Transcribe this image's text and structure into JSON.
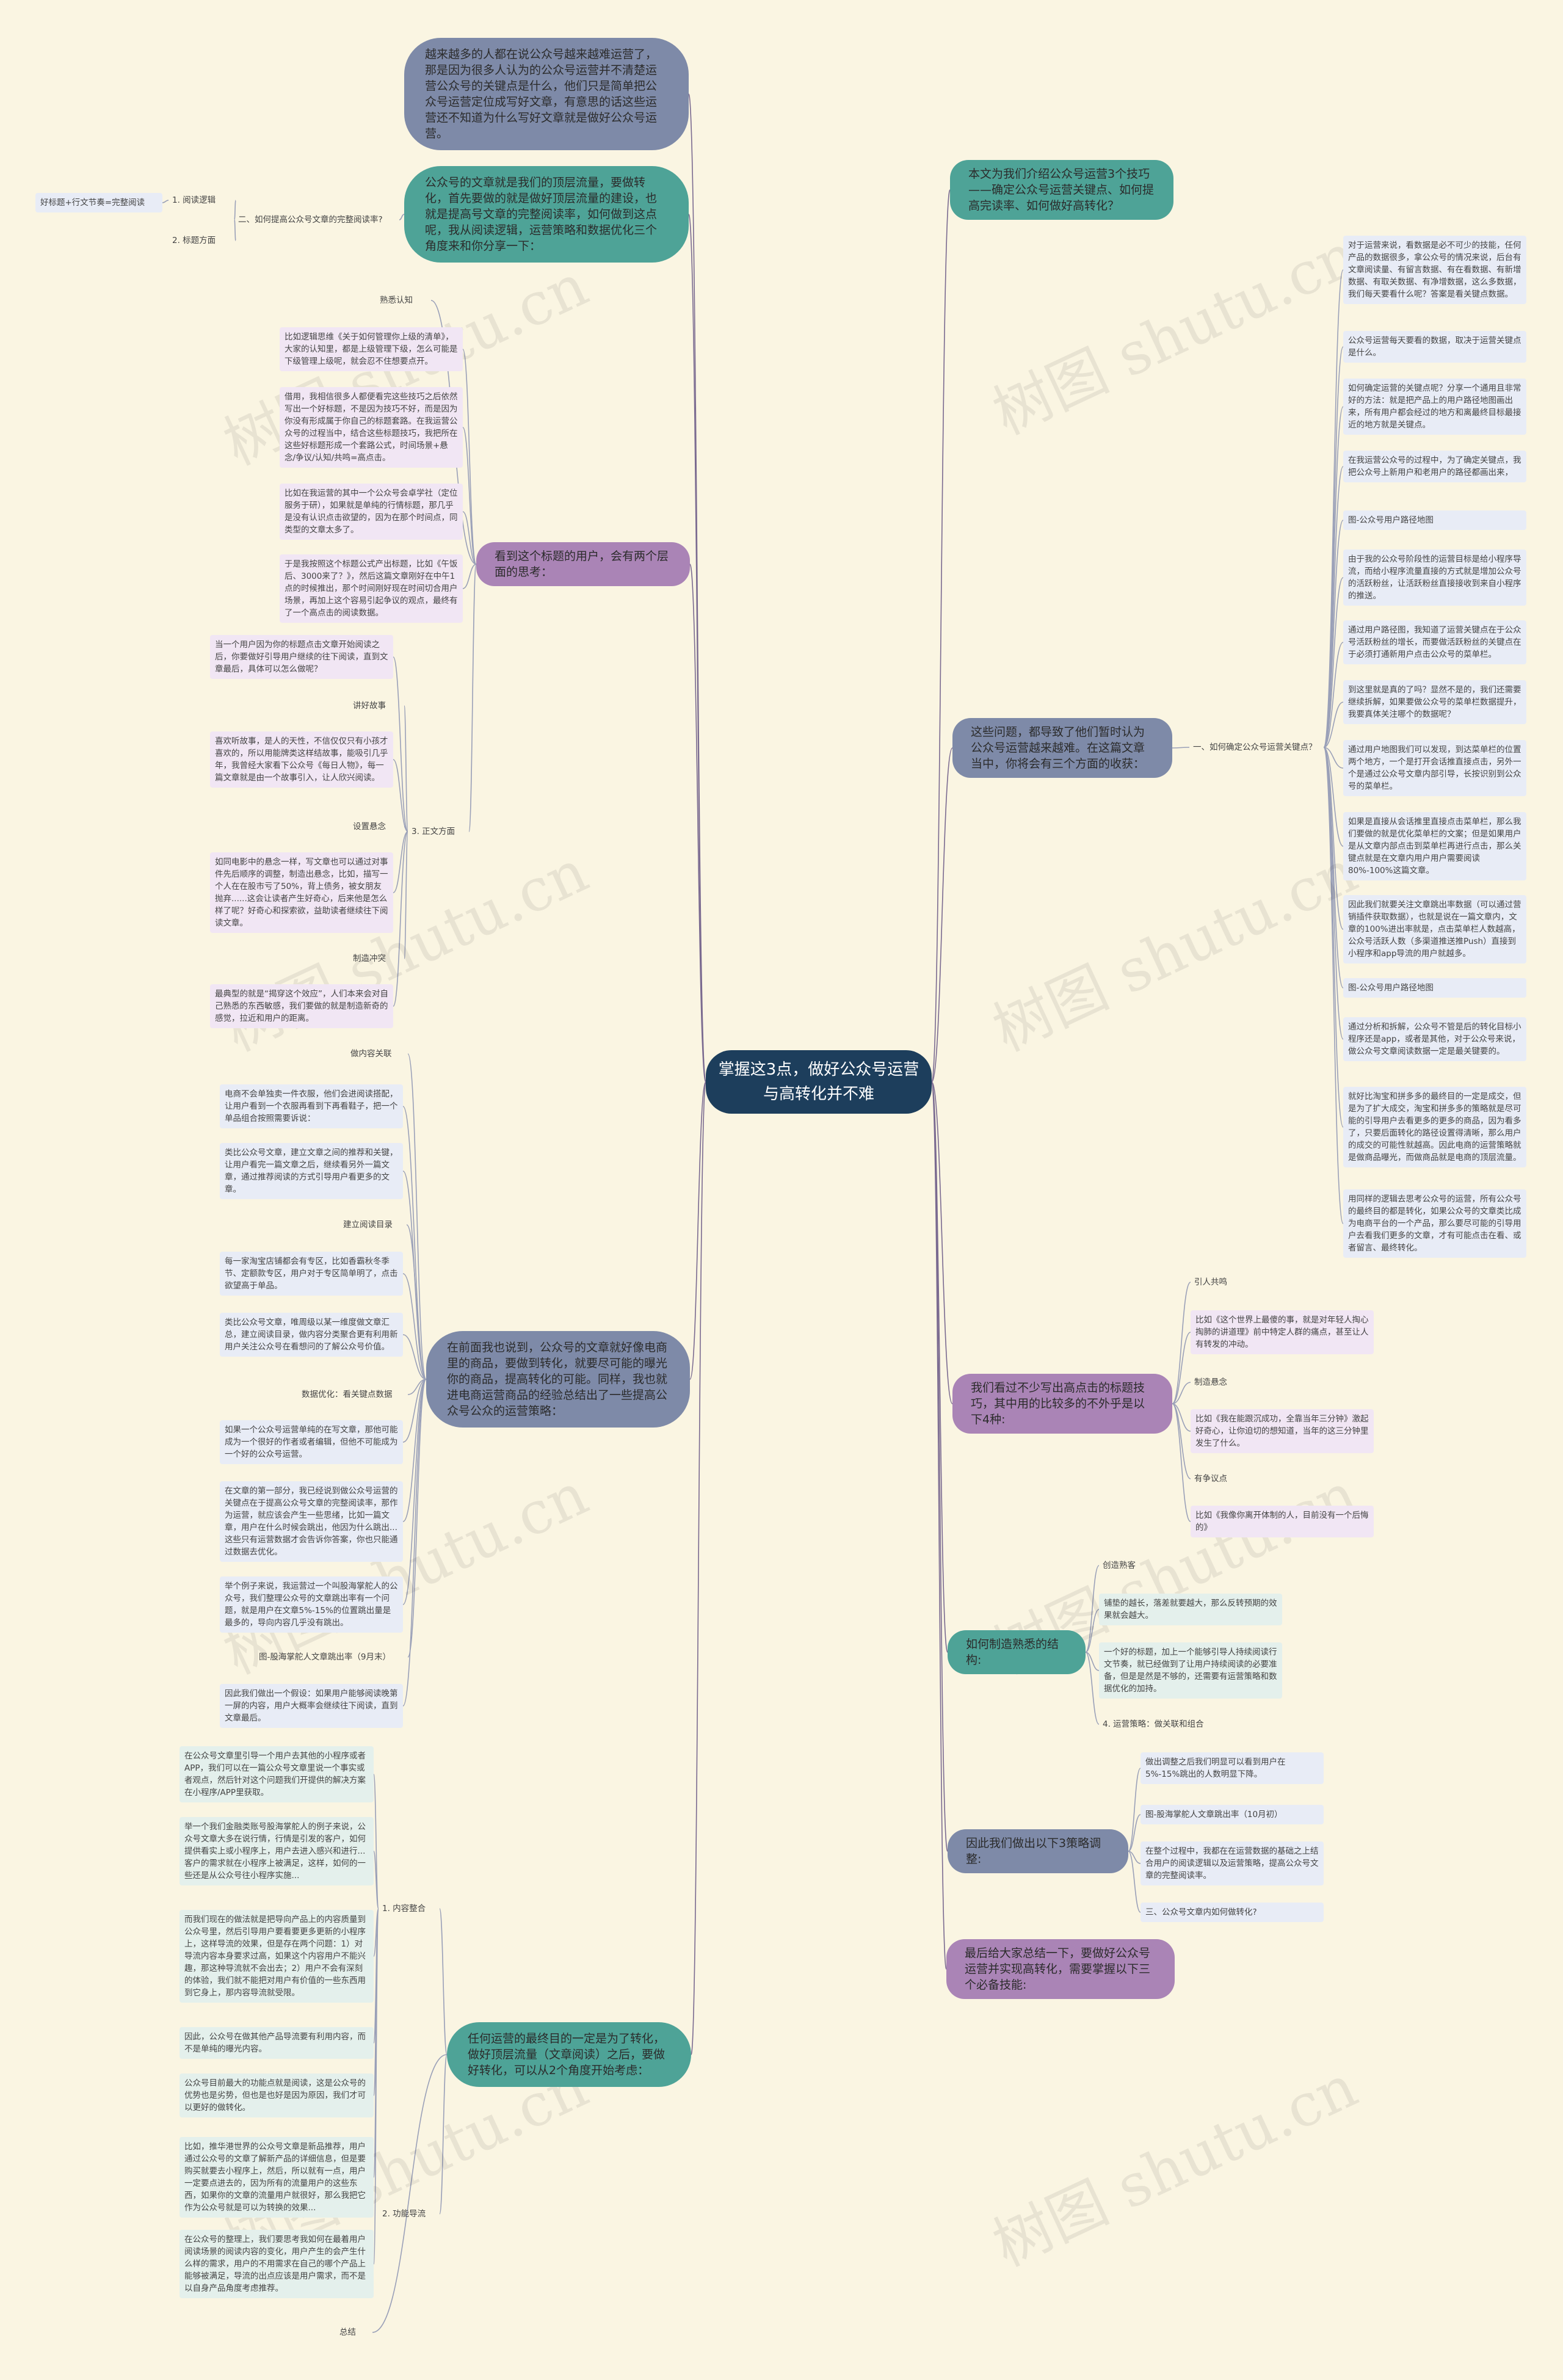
{
  "root": "掌握这3点，做好公众号运营与高转化并不难",
  "watermark": "树图 shutu.cn",
  "left": {
    "intro": "越来越多的人都在说公众号越来越难运营了，那是因为很多人认为的公众号运营并不清楚运营公众号的关键点是什么，他们只是简单把公众号运营定位成写好文章，有意思的话这些运营还不知道为什么写好文章就是做好公众号运营。",
    "traffic": {
      "text": "公众号的文章就是我们的顶层流量，要做转化，首先要做的就是做好顶层流量的建设，也就是提高号文章的完整阅读率，如何做到这点呢，我从阅读逻辑，运营策略和数据优化三个角度来和你分享一下：",
      "sub": "二、如何提高公众号文章的完整阅读率?",
      "items": [
        "1. 阅读逻辑",
        "2. 标题方面"
      ],
      "formula": "好标题+行文节奏=完整阅读"
    },
    "title_section": {
      "text": "看到这个标题的用户，会有两个层面的思考：",
      "labels": [
        "熟悉认知",
        "讲好故事",
        "设置悬念",
        "制造冲突",
        "3. 正文方面"
      ],
      "leaves": [
        "比如逻辑思维《关于如何管理你上级的清单》，大家的认知里，都是上级管理下级，怎么可能是下级管理上级呢，就会忍不住想要点开。",
        "借用，我相信很多人都便看完这些技巧之后依然写出一个好标题，不是因为技巧不好，而是因为你没有形成属于你自己的标题套路。在我运营公众号的过程当中，结合这些标题技巧，我把所在这些好标题形成一个套路公式，时间场景+悬念/争议/认知/共鸣=高点击。",
        "比如在我运营的其中一个公众号会卓学社（定位服务于研），如果就是单纯的行情标题，那几乎是没有认识点击欲望的，因为在那个时间点，同类型的文章太多了。",
        "于是我按照这个标题公式产出标题，比如《午饭后、3000来了？》，然后这篇文章刚好在中午1点的时候推出，那个时间刚好现在时间切合用户场景，再加上这个容易引起争议的观点，最终有了一个高点击的阅读数据。",
        "当一个用户因为你的标题点击文章开始阅读之后，你要做好引导用户继续的往下阅读，直到文章最后，具体可以怎么做呢？",
        "喜欢听故事，是人的天性，不信仅仅只有小孩才喜欢的，所以用能牌类这样结故事，能吸引几乎年，我曾经大家看下公众号《每日人物》，每一篇文章就是由一个故事引入，让人欣兴阅读。",
        "如同电影中的悬念一样，写文章也可以通过对事件先后顺序的调整，制造出悬念，比如，描写一个人在在股市亏了50%，背上债务，被女朋友抛弃......这会让读者产生好奇心，后来他是怎么样了呢？好奇心和探索欲，益助读者继续往下阅读文章。",
        "最典型的就是“揭穿这个效应”，人们本来会对自己熟悉的东西敏感，我们要做的就是制造新奇的感觉，拉近和用户的距离。"
      ]
    },
    "ecommerce": {
      "text": "在前面我也说到，公众号的文章就好像电商里的商品，要做到转化，就要尽可能的曝光你的商品，提高转化的可能。同样，我也就进电商运营商品的经验总结出了一些提高公众号公众的运营策略：",
      "labels": [
        "做内容关联",
        "建立阅读目录",
        "数据优化：看关键点数据",
        "图-股海掌舵人文章跳出率（9月末）"
      ],
      "leaves": [
        "电商不会单独卖一件衣服，他们会进阅读搭配，让用户看到一个衣服再看到下再看鞋子，把一个单品组合按照需要诉说：",
        "类比公众号文章，建立文章之间的推荐和关键，让用户看完一篇文章之后，继续看另外一篇文章，通过推荐阅读的方式引导用户看更多的文章。",
        "每一家淘宝店铺都会有专区，比如香霸秋冬季节、定额款专区，用户对于专区简单明了，点击欲望高于单品。",
        "类比公众号文章，唯周级以某一维度做文章汇总，建立阅读目录，做内容分类聚合更有利用新用户关注公众号在看想问的了解公众号价值。",
        "如果一个公众号运营单纯的在写文章，那他可能成为一个很好的作者或者编辑，但他不可能成为一个好的公众号运营。",
        "在文章的第一部分，我已经说到做公众号运营的关键点在于提高公众号文章的完整阅读率，那作为运营，就应该会产生一些思绪，比如一篇文章，用户在什么时候会跳出，他因为什么跳出...这些只有运营数据才会告诉你答案，你也只能通过数据去优化。",
        "举个例子来说，我运营过一个叫股海掌舵人的公众号，我们整理公众号的文章跳出率有一个问题，就是用户在文章5%-15%的位置跳出量是最多的，导向内容几乎没有跳出。",
        "因此我们做出一个假设：如果用户能够阅读晚第一屏的内容，用户大概率会继续往下阅读，直到文章最后。"
      ]
    },
    "final": {
      "text": "任何运营的最终目的一定是为了转化，做好顶层流量（文章阅读）之后，要做好转化，可以从2个角度开始考虑：",
      "labels": [
        "1. 内容整合",
        "2. 功能导流",
        "总结"
      ],
      "leaves": [
        "在公众号文章里引导一个用户去其他的小程序或者APP，我们可以在一篇公众号文章里说一个事实或者观点，然后针对这个问题我们开提供的解决方案在小程序/APP里获取。",
        "举一个我们金融类账号股海掌舵人的例子来说，公众号文章大多在说行情，行情是引发的客户，如何提供看实上或小程序上，用户去进入感兴和进行...客户的需求就在小程序上被满足，这样，如何的一些还是从公众号往小程序实施...",
        "而我们现在的做法就是把导向产品上的内容质量到公众号里，然后引导用户要看要更多更新的小程序上，这样导流的效果，但是存在两个问题：1）对导流内容本身要求过高，如果这个内容用户不能兴趣，那这种导流就不会出去；2）用户不会有深刻的体验，我们就不能把对用户有价值的一些东西用到它身上，那内容导流就受限。",
        "因此，公众号在做其他产品导流要有利用内容，而不是单纯的曝光内容。",
        "公众号目前最大的功能点就是阅读，这是公众号的优势也是劣势，但也是也好是因为原因，我们才可以更好的做转化。",
        "比如，推华港世界的公众号文章是新品推荐，用户通过公众号的文章了解新产品的详细信息，但是要购买就要去小程序上，然后，所以就有一点，用户一定要点进去的，因为所有的流量用户的这些东西，如果你的文章的流量用户就很好，那么我把它作为公众号就是可以为转换的效果...",
        "在公众号的整理上，我们要思考我如何在最着用户阅读场景的阅读内容的变化，用户产生的会产生什么样的需求，用户的不用需求在自己的哪个产品上能够被满足，导流的出点应该是用户需求，而不是以自身产品角度考虑推荐。"
      ]
    }
  },
  "right": {
    "intro": "本文为我们介绍公众号运营3个技巧——确定公众号运营关键点、如何提高完读率、如何做好高转化？",
    "key_section": {
      "text": "这些问题，都导致了他们暂时认为公众号运营越来越难。在这篇文章当中，你将会有三个方面的收获：",
      "label": "一、如何确定公众号运营关键点？",
      "leaves": [
        "对于运营来说，看数据是必不可少的技能，任何产品的数据很多，拿公众号的情况来说，后台有文章阅读量、有留言数据、有在看数据、有新增数据、有取关数据、有净增数据，这么多数据，我们每天要看什么呢？答案是看关键点数据。",
        "公众号运营每天要看的数据，取决于运营关键点是什么。",
        "如何确定运营的关键点呢？分享一个通用且非常好的方法：就是把产品上的用户路径地图画出来，所有用户都会经过的地方和离最终目标最接近的地方就是关键点。",
        "在我运营公众号的过程中，为了确定关键点，我把公众号上新用户和老用户的路径都画出来，",
        "图-公众号用户路径地图",
        "由于我的公众号阶段性的运营目标是给小程序导流，而给小程序流量直接的方式就是增加公众号的活跃粉丝，让活跃粉丝直接接收到来自小程序的推送。",
        "通过用户路径图，我知道了运营关键点在于公众号活跃粉丝的增长，而要做活跃粉丝的关键点在于必须打通新用户点击公众号的菜单栏。",
        "到这里就是真的了吗？显然不是的，我们还需要继续拆解，如果要做公众号的菜单栏数据提升，我要真体关注哪个的数据呢？",
        "通过用户地图我们可以发现，到达菜单栏的位置两个地方，一个是打开会话推直接点击，另外一个是通过公众号文章内部引导，长按识别到公众号的菜单栏。",
        "如果是直接从会话推里直接点击菜单栏，那么我们要做的就是优化菜单栏的文案；但是如果用户是从文章内部点击到菜单栏再进行点击，那么关键点就是在文章内用户用户需要阅读80%-100%这篇文章。",
        "因此我们就要关注文章跳出率数据（可以通过营销插件获取数据），也就是说在一篇文章内，文章的100%进出率就是，点击菜单栏人数越高，公众号活跃人数（多渠道推送推Push）直接到小程序和app导流的用户就越多。",
        "图-公众号用户路径地图",
        "通过分析和拆解，公众号不管是后的转化目标小程序还是app，或者是其他，对于公众号来说，做公众号文章阅读数据一定是最关键要的。",
        "就好比淘宝和拼多多的最终目的一定是成交，但是为了扩大成交，淘宝和拼多多的策略就是尽可能的引导用户去看更多的更多的商品，因为看多了，只要后面转化的路径设置得清晰，那么用户的成交的可能性就越高。因此电商的运营策略就是做商品曝光，而做商品就是电商的顶层流量。",
        "用同样的逻辑去思考公众号的运营，所有公众号的最终目的都是转化，如果公众号的文章类比成为电商平台的一个产品，那么要尽可能的引导用户去看我们更多的文章，才有可能点击在看、或者留言、最终转化。"
      ]
    },
    "curiosity": {
      "text": "我们看过不少写出高点击的标题技巧，其中用的比较多的不外乎是以下4种:",
      "leaves": [
        "引人共鸣",
        "比如《这个世界上最傻的事，就是对年轻人掏心掏肺的讲道理》前中特定人群的痛点，甚至让人有转发的冲动。",
        "制造悬念",
        "比如《我在能跟沉成功，全靠当年三分钟》激起好奇心，让你迫切的想知道，当年的这三分钟里发生了什么。",
        "有争议点",
        "比如《我像你离开体制的人，目前没有一个后悔的》"
      ]
    },
    "climax": {
      "text": "如何制造熟悉的结构:",
      "leaves": [
        "创造熟客",
        "铺垫的越长，落差就要越大，那么反转预期的效果就会越大。",
        "一个好的标题，加上一个能够引导人持续阅读行文节奏，就已经做到了让用户持续阅读的必要准备，但是是然是不够的，还需要有运营策略和数据优化的加持。",
        "4. 运营策略：做关联和组合"
      ]
    },
    "adjust": {
      "text": "因此我们做出以下3策略调整:",
      "leaves": [
        "做出调整之后我们明显可以看到用户在5%-15%跳出的人数明显下降。",
        "图-股海掌舵人文章跳出率（10月初）",
        "在整个过程中，我都在在运营数据的基础之上结合用户的阅读逻辑以及运营策略，提高公众号文章的完整阅读率。",
        "三、公众号文章内如何做转化?"
      ]
    },
    "summary": {
      "text": "最后给大家总结一下，要做好公众号运营并实现高转化，需要掌握以下三个必备技能:"
    }
  },
  "colors": {
    "root": "#1d3e5c",
    "blue": "#7e8aa8",
    "teal": "#4ea397",
    "purple": "#aa84b6",
    "line": "#7a6a90"
  }
}
